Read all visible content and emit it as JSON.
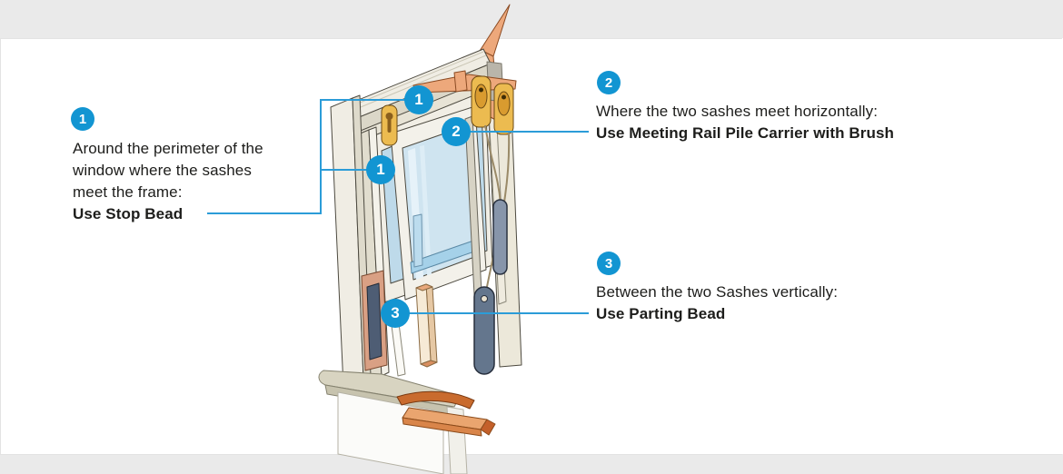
{
  "colors": {
    "accent_blue": "#1295d2",
    "connector_blue": "#2b9cd8",
    "band_gray": "#eaeaea",
    "text": "#1d1d1b",
    "frame_cream": "#f0ede4",
    "glass_blue": "#cfe4f0",
    "wood_orange": "#eda87b",
    "weight_slate": "#64768d",
    "pulley_gold": "#ecbb50"
  },
  "annotations": {
    "item1": {
      "number": "1",
      "text": "Around the perimeter of the window where the sashes meet the frame:",
      "emphasis": "Use Stop Bead"
    },
    "item2": {
      "number": "2",
      "text": "Where the two sashes meet horizontally:",
      "emphasis": "Use Meeting Rail Pile Carrier with Brush"
    },
    "item3": {
      "number": "3",
      "text": "Between the two Sashes vertically:",
      "emphasis": "Use Parting Bead"
    }
  },
  "diagram_markers": {
    "m1a": "1",
    "m1b": "1",
    "m2": "2",
    "m3": "3"
  }
}
